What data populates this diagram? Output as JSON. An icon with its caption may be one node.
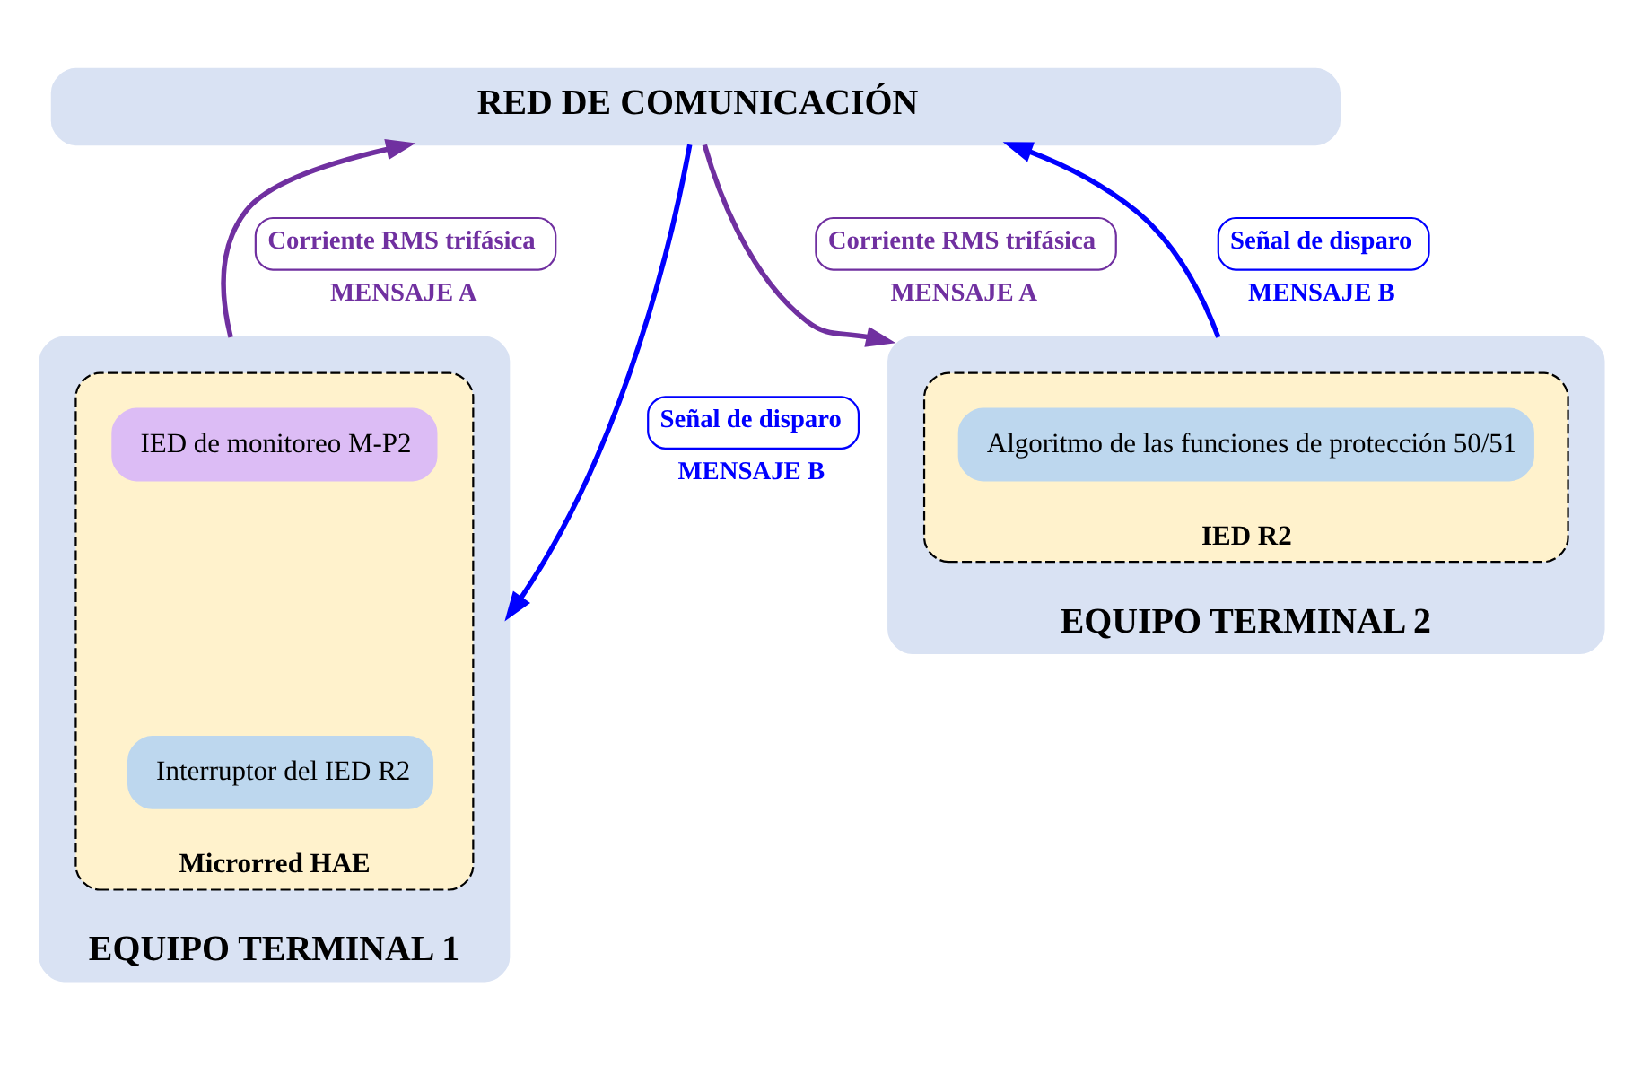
{
  "diagram": {
    "nodes": [
      {
        "text": [
          "RED DE COMUNICACIÓN"
        ]
      },
      {
        "text": [
          "EQUIPO TERMINAL 1"
        ]
      },
      {
        "text": [
          "Microrred HAE"
        ],
        "in": 1
      },
      {
        "text": [
          "IED de monitoreo M-P2"
        ],
        "in": 2
      },
      {
        "text": [
          "Interruptor del IED R2"
        ],
        "in": 2
      },
      {
        "text": [
          "EQUIPO TERMINAL 2"
        ]
      },
      {
        "text": [
          "IED R2"
        ],
        "in": 5
      },
      {
        "text": [
          "Algoritmo de las funciones de protección 50/51"
        ],
        "in": 6
      }
    ],
    "edges": [
      {
        "from": 1,
        "to": 0,
        "arrow": "to",
        "label": "Corriente RMS trifásica",
        "color": "#7030a0"
      },
      {
        "from": 0,
        "to": 1,
        "arrow": "to",
        "label": "Señal de disparo",
        "color": "#0000ff"
      },
      {
        "from": 0,
        "to": 5,
        "arrow": "to",
        "label": "Corriente RMS trifásica",
        "color": "#7030a0"
      },
      {
        "from": 5,
        "to": 0,
        "arrow": "to",
        "label": "Señal de disparo",
        "color": "#0000ff"
      }
    ],
    "labels": [
      "MENSAJE A",
      "MENSAJE B",
      "MENSAJE A",
      "MENSAJE B"
    ]
  }
}
